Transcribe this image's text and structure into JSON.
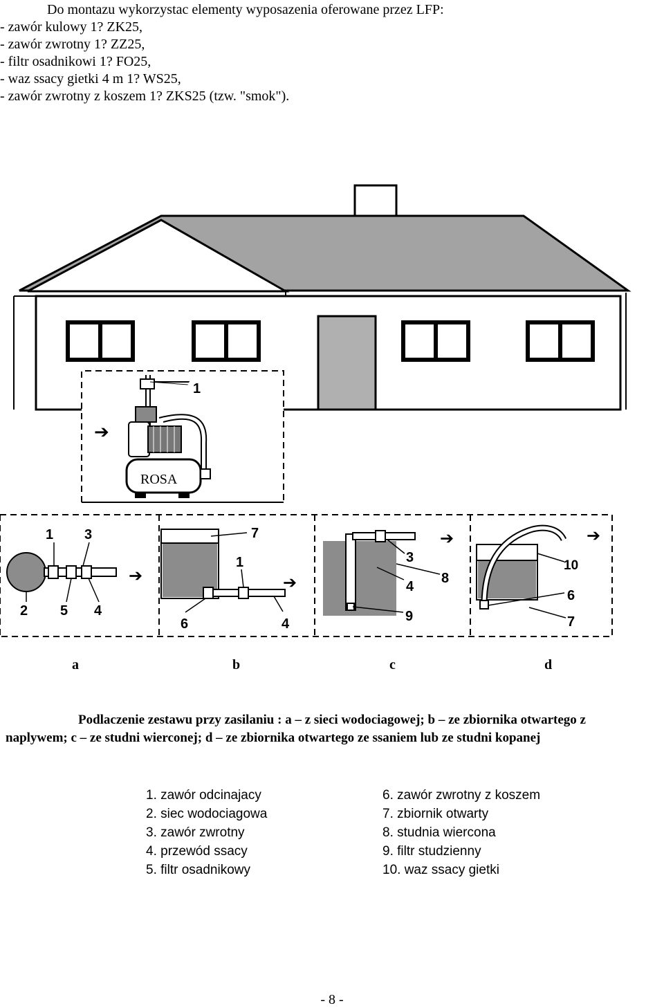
{
  "intro": {
    "heading": "Do montazu wykorzystac elementy wyposazenia oferowane przez LFP:",
    "items": [
      "- zawór kulowy 1? ZK25,",
      "- zawór zwrotny 1? ZZ25,",
      "- filtr osadnikowi 1? FO25,",
      "- waz ssacy gietki 4 m 1? WS25,",
      "- zawór zwrotny z koszem 1? ZKS25 (tzw. \"smok\")."
    ]
  },
  "figure": {
    "pump_brand": "ROSA",
    "house_callout": "1",
    "arrow_glyph": "➔",
    "panel_a_callouts": [
      "1",
      "3",
      "2",
      "5",
      "4"
    ],
    "panel_b_callouts": [
      "7",
      "1",
      "6",
      "4"
    ],
    "panel_c_callouts": [
      "3",
      "4",
      "8",
      "9"
    ],
    "panel_d_callouts": [
      "10",
      "6",
      "7"
    ],
    "panel_labels": [
      "a",
      "b",
      "c",
      "d"
    ],
    "colors": {
      "water": "#8c8c8c",
      "roof": "#a3a3a3",
      "door": "#b0b0b0",
      "line": "#000000"
    }
  },
  "caption": {
    "line1": "Podlaczenie zestawu przy zasilaniu : a – z sieci wodociagowej; b – ze zbiornika otwartego z",
    "line2": "naplywem; c – ze studni wierconej; d – ze zbiornika otwartego ze ssaniem lub ze studni kopanej"
  },
  "legend": {
    "left": [
      "1. zawór odcinajacy",
      "2. siec wodociagowa",
      "3. zawór zwrotny",
      "4. przewód ssacy",
      "5. filtr osadnikowy"
    ],
    "right": [
      "6. zawór zwrotny z koszem",
      "7. zbiornik otwarty",
      "8. studnia wiercona",
      "9. filtr studzienny",
      "10. waz ssacy gietki"
    ]
  },
  "footer": {
    "page_number": "- 8 -"
  }
}
